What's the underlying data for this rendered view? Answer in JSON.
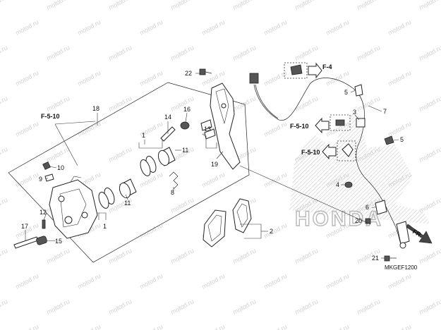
{
  "watermark": "motod.ru",
  "brand_watermark": "HONDA",
  "diagram_code": "MKGEF1200",
  "direction_label": "FR.",
  "ref_labels": [
    "F-4",
    "F-5-10",
    "F-5-10",
    "F-5-10"
  ],
  "part_numbers": {
    "p1a": "1",
    "p1b": "1",
    "p2": "2",
    "p3": "3",
    "p4": "4",
    "p5a": "5",
    "p5b": "5",
    "p6": "6",
    "p7": "7",
    "p8": "8",
    "p9": "9",
    "p10": "10",
    "p11a": "11",
    "p11b": "11",
    "p12": "12",
    "p13": "13",
    "p14": "14",
    "p15": "15",
    "p16": "16",
    "p17": "17",
    "p18": "18",
    "p19": "19",
    "p20": "20",
    "p21": "21",
    "p22": "22"
  }
}
